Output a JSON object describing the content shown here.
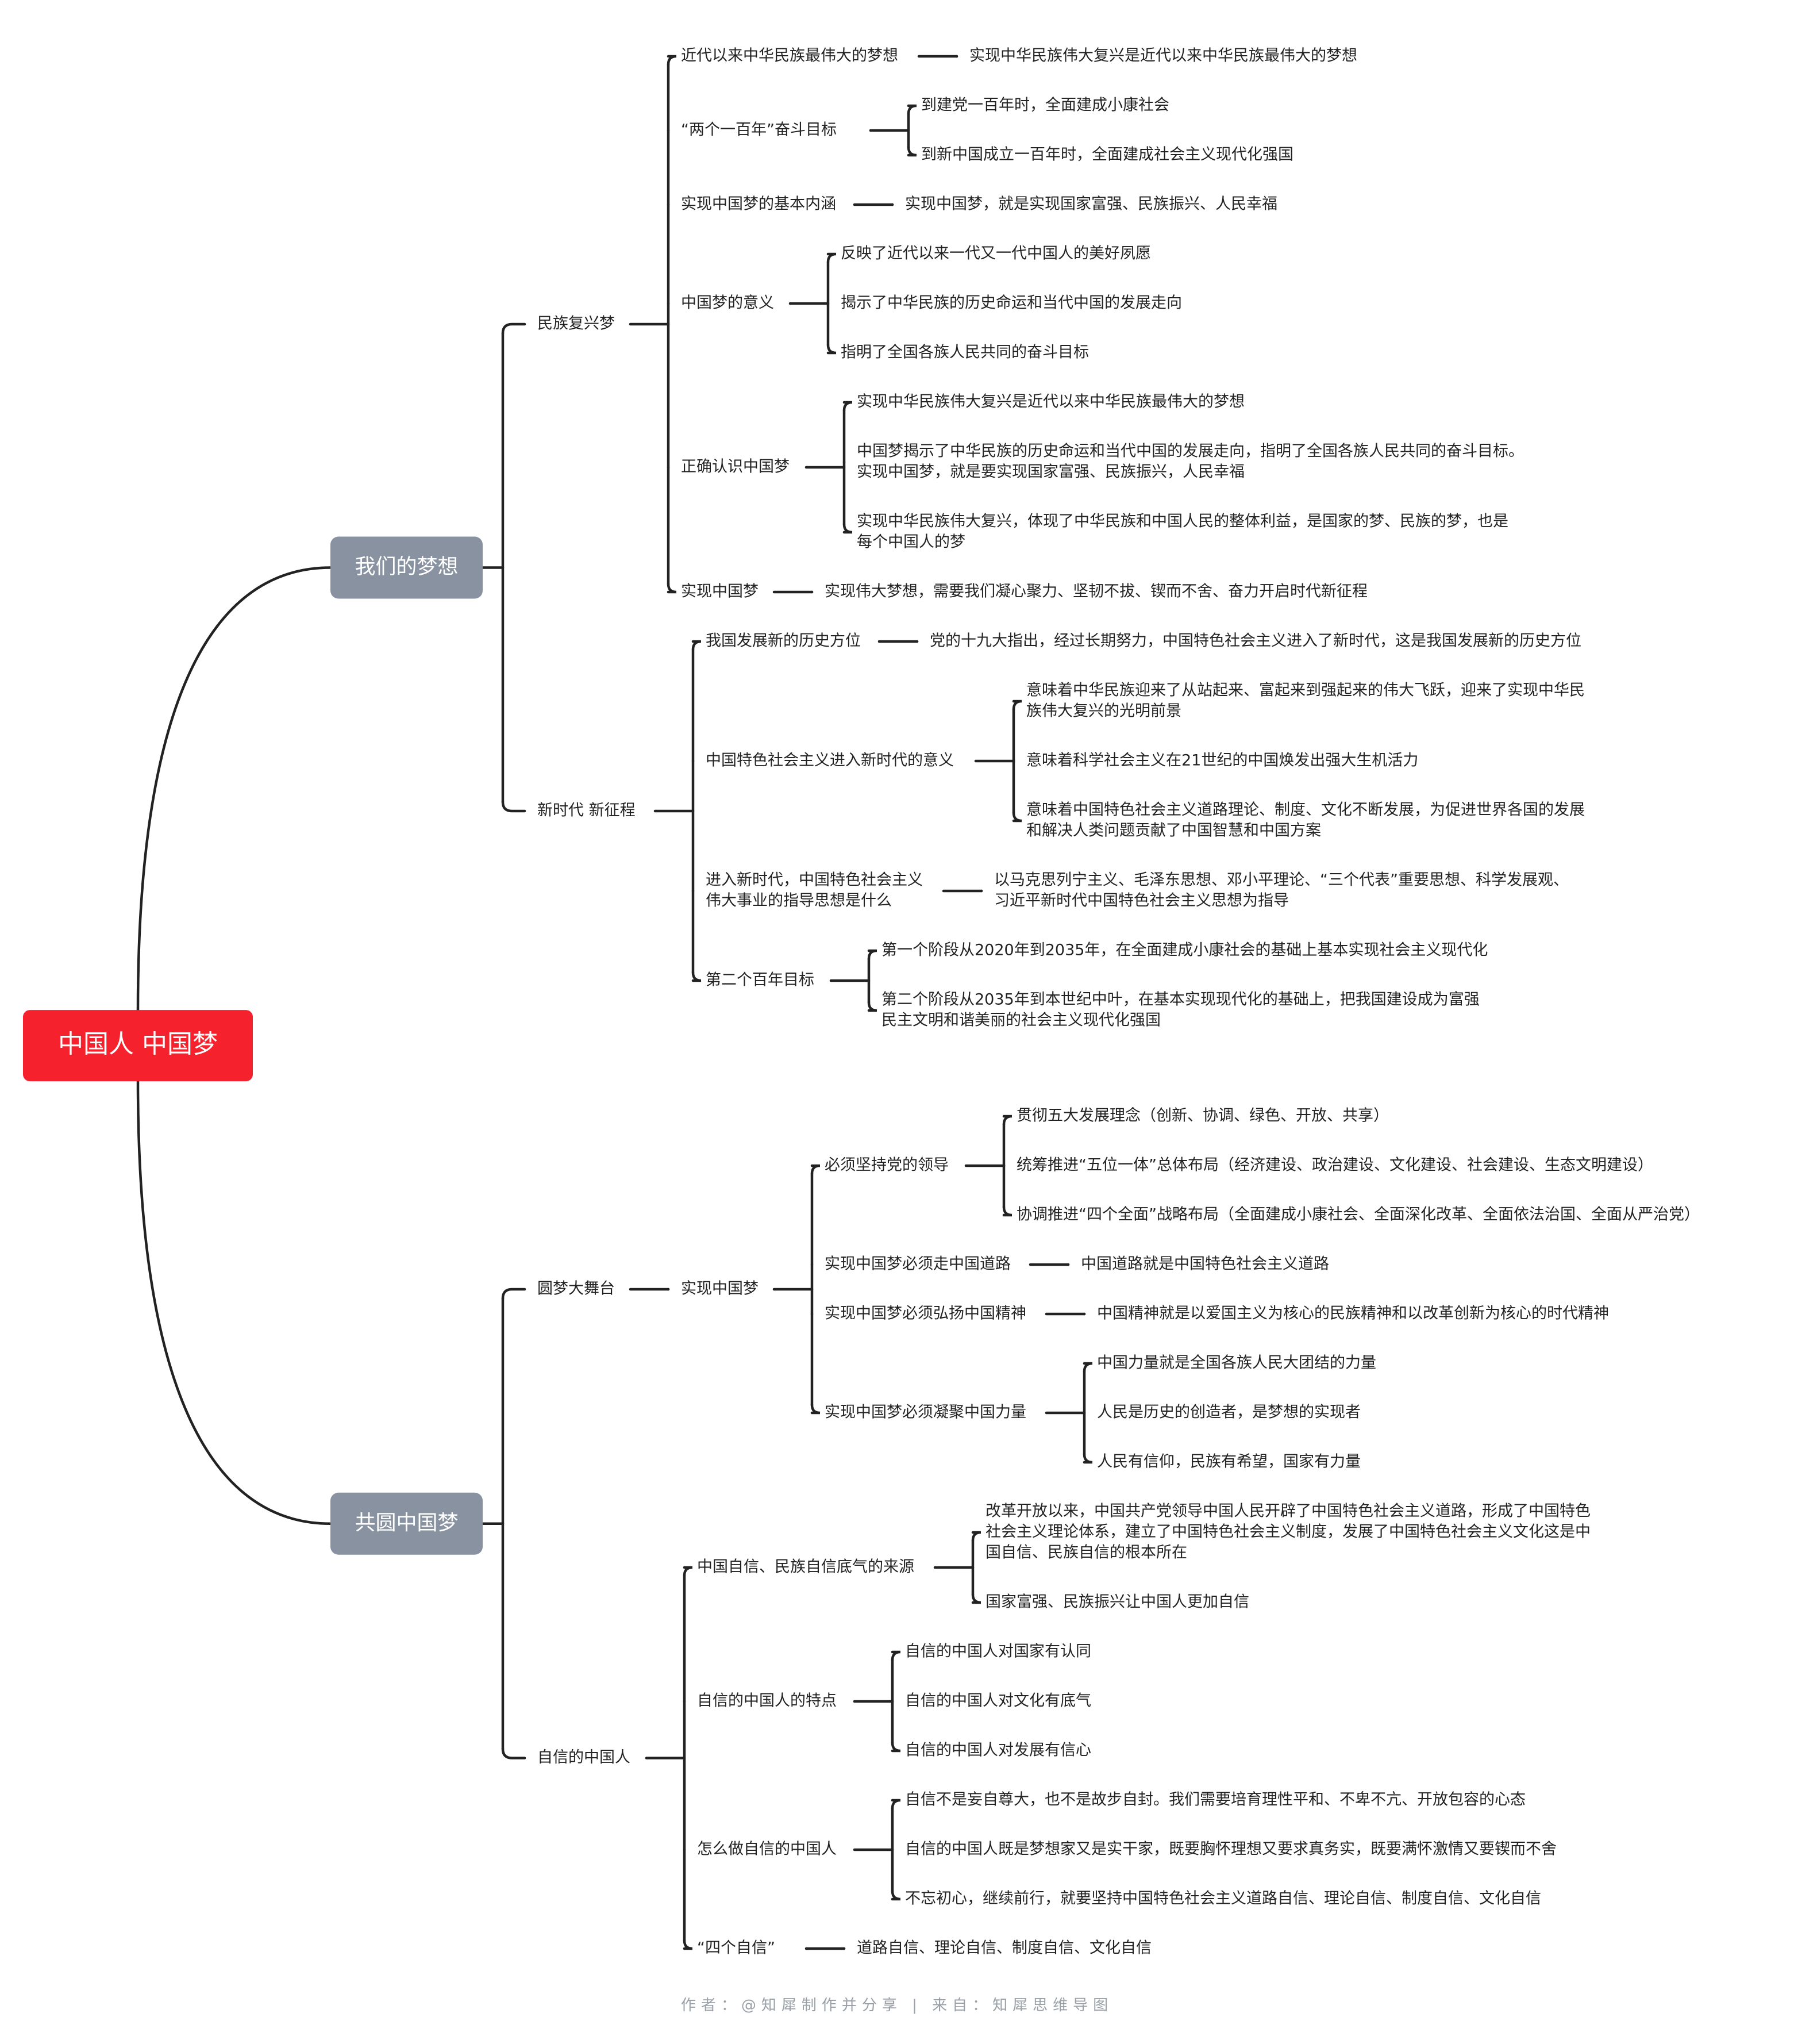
{
  "root": "中国人 中国梦",
  "colors": {
    "root": "#f5222d",
    "branch": "#8892a1",
    "line": "#222222",
    "text": "#222222",
    "footer": "#9aa0a8"
  },
  "footer": "作者：@知犀制作并分享 | 来自：知犀思维导图",
  "branches": [
    {
      "label": "我们的梦想",
      "children": [
        {
          "label": "民族复兴梦",
          "children": [
            {
              "label": "近代以来中华民族最伟大的梦想",
              "children": [
                {
                  "lines": [
                    "实现中华民族伟大复兴是近代以来中华民族最伟大的梦想"
                  ]
                }
              ]
            },
            {
              "label": "“两个一百年”奋斗目标",
              "children": [
                {
                  "lines": [
                    "到建党一百年时，全面建成小康社会"
                  ]
                },
                {
                  "lines": [
                    "到新中国成立一百年时，全面建成社会主义现代化强国"
                  ]
                }
              ]
            },
            {
              "label": "实现中国梦的基本内涵",
              "children": [
                {
                  "lines": [
                    "实现中国梦，就是实现国家富强、民族振兴、人民幸福"
                  ]
                }
              ]
            },
            {
              "label": "中国梦的意义",
              "children": [
                {
                  "lines": [
                    "反映了近代以来一代又一代中国人的美好夙愿"
                  ]
                },
                {
                  "lines": [
                    "揭示了中华民族的历史命运和当代中国的发展走向"
                  ]
                },
                {
                  "lines": [
                    "指明了全国各族人民共同的奋斗目标"
                  ]
                }
              ]
            },
            {
              "label": "正确认识中国梦",
              "children": [
                {
                  "lines": [
                    "实现中华民族伟大复兴是近代以来中华民族最伟大的梦想"
                  ]
                },
                {
                  "lines": [
                    "中国梦揭示了中华民族的历史命运和当代中国的发展走向，指明了全国各族人民共同的奋斗目标。",
                    "实现中国梦，就是要实现国家富强、民族振兴，人民幸福"
                  ]
                },
                {
                  "lines": [
                    "实现中华民族伟大复兴，体现了中华民族和中国人民的整体利益，是国家的梦、民族的梦，也是",
                    "每个中国人的梦"
                  ]
                }
              ]
            },
            {
              "label": "实现中国梦",
              "children": [
                {
                  "lines": [
                    "实现伟大梦想，需要我们凝心聚力、坚韧不拔、锲而不舍、奋力开启时代新征程"
                  ]
                }
              ]
            }
          ]
        },
        {
          "label": "新时代 新征程",
          "children": [
            {
              "label": "我国发展新的历史方位",
              "children": [
                {
                  "lines": [
                    "党的十九大指出，经过长期努力，中国特色社会主义进入了新时代，这是我国发展新的历史方位"
                  ]
                }
              ]
            },
            {
              "label": "中国特色社会主义进入新时代的意义",
              "children": [
                {
                  "lines": [
                    "意味着中华民族迎来了从站起来、富起来到强起来的伟大飞跃，迎来了实现中华民",
                    "族伟大复兴的光明前景"
                  ]
                },
                {
                  "lines": [
                    "意味着科学社会主义在21世纪的中国焕发出强大生机活力"
                  ]
                },
                {
                  "lines": [
                    "意味着中国特色社会主义道路理论、制度、文化不断发展，为促进世界各国的发展",
                    "和解决人类问题贡献了中国智慧和中国方案"
                  ]
                }
              ]
            },
            {
              "label": "进入新时代，中国特色社会主义伟大事业的指导思想是什么",
              "lines": [
                "进入新时代，中国特色社会主义",
                "伟大事业的指导思想是什么"
              ],
              "children": [
                {
                  "lines": [
                    "以马克思列宁主义、毛泽东思想、邓小平理论、“三个代表”重要思想、科学发展观、",
                    "习近平新时代中国特色社会主义思想为指导"
                  ]
                }
              ]
            },
            {
              "label": "第二个百年目标",
              "children": [
                {
                  "lines": [
                    "第一个阶段从2020年到2035年，在全面建成小康社会的基础上基本实现社会主义现代化"
                  ]
                },
                {
                  "lines": [
                    "第二个阶段从2035年到本世纪中叶，在基本实现现代化的基础上，把我国建设成为富强",
                    "民主文明和谐美丽的社会主义现代化强国"
                  ]
                }
              ]
            }
          ]
        }
      ]
    },
    {
      "label": "共圆中国梦",
      "children": [
        {
          "label": "圆梦大舞台",
          "children": [
            {
              "label": "实现中国梦",
              "children": [
                {
                  "label": "必须坚持党的领导",
                  "children": [
                    {
                      "lines": [
                        "贯彻五大发展理念（创新、协调、绿色、开放、共享）"
                      ]
                    },
                    {
                      "lines": [
                        "统筹推进“五位一体”总体布局（经济建设、政治建设、文化建设、社会建设、生态文明建设）"
                      ]
                    },
                    {
                      "lines": [
                        "协调推进“四个全面”战略布局（全面建成小康社会、全面深化改革、全面依法治国、全面从严治党）"
                      ]
                    }
                  ]
                },
                {
                  "label": "实现中国梦必须走中国道路",
                  "children": [
                    {
                      "lines": [
                        "中国道路就是中国特色社会主义道路"
                      ]
                    }
                  ]
                },
                {
                  "label": "实现中国梦必须弘扬中国精神",
                  "children": [
                    {
                      "lines": [
                        "中国精神就是以爱国主义为核心的民族精神和以改革创新为核心的时代精神"
                      ]
                    }
                  ]
                },
                {
                  "label": "实现中国梦必须凝聚中国力量",
                  "children": [
                    {
                      "lines": [
                        "中国力量就是全国各族人民大团结的力量"
                      ]
                    },
                    {
                      "lines": [
                        "人民是历史的创造者，是梦想的实现者"
                      ]
                    },
                    {
                      "lines": [
                        "人民有信仰，民族有希望，国家有力量"
                      ]
                    }
                  ]
                }
              ]
            }
          ]
        },
        {
          "label": "自信的中国人",
          "children": [
            {
              "label": "中国自信、民族自信底气的来源",
              "children": [
                {
                  "lines": [
                    "改革开放以来，中国共产党领导中国人民开辟了中国特色社会主义道路，形成了中国特色",
                    "社会主义理论体系，建立了中国特色社会主义制度，发展了中国特色社会主义文化这是中",
                    "国自信、民族自信的根本所在"
                  ]
                },
                {
                  "lines": [
                    "国家富强、民族振兴让中国人更加自信"
                  ]
                }
              ]
            },
            {
              "label": "自信的中国人的特点",
              "children": [
                {
                  "lines": [
                    "自信的中国人对国家有认同"
                  ]
                },
                {
                  "lines": [
                    "自信的中国人对文化有底气"
                  ]
                },
                {
                  "lines": [
                    "自信的中国人对发展有信心"
                  ]
                }
              ]
            },
            {
              "label": "怎么做自信的中国人",
              "children": [
                {
                  "lines": [
                    "自信不是妄自尊大，也不是故步自封。我们需要培育理性平和、不卑不亢、开放包容的心态"
                  ]
                },
                {
                  "lines": [
                    "自信的中国人既是梦想家又是实干家，既要胸怀理想又要求真务实，既要满怀激情又要锲而不舍"
                  ]
                },
                {
                  "lines": [
                    "不忘初心，继续前行，就要坚持中国特色社会主义道路自信、理论自信、制度自信、文化自信"
                  ]
                }
              ]
            },
            {
              "label": "“四个自信”",
              "children": [
                {
                  "lines": [
                    "道路自信、理论自信、制度自信、文化自信"
                  ]
                }
              ]
            }
          ]
        }
      ]
    }
  ]
}
